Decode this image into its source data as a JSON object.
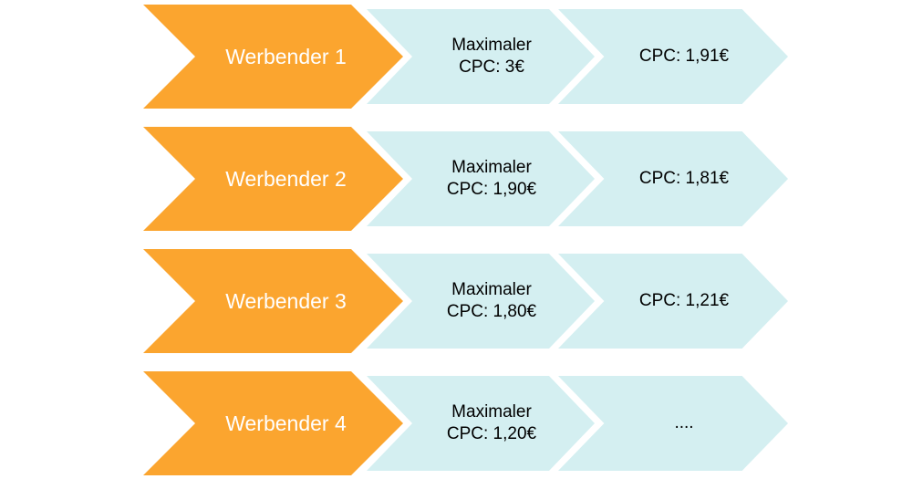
{
  "rows": [
    {
      "advertiser": "Werbender 1",
      "max_cpc_line1": "Maximaler",
      "max_cpc_line2": "CPC: 3€",
      "cpc": "CPC: 1,91€"
    },
    {
      "advertiser": "Werbender 2",
      "max_cpc_line1": "Maximaler",
      "max_cpc_line2": "CPC: 1,90€",
      "cpc": "CPC: 1,81€"
    },
    {
      "advertiser": "Werbender 3",
      "max_cpc_line1": "Maximaler",
      "max_cpc_line2": "CPC: 1,80€",
      "cpc": "CPC: 1,21€"
    },
    {
      "advertiser": "Werbender 4",
      "max_cpc_line1": "Maximaler",
      "max_cpc_line2": "CPC: 1,20€",
      "cpc": "...."
    }
  ],
  "colors": {
    "advertiser_fill": "#fba52f",
    "bid_fill": "#d4eff1",
    "advertiser_text": "#ffffff",
    "bid_text": "#000000"
  }
}
